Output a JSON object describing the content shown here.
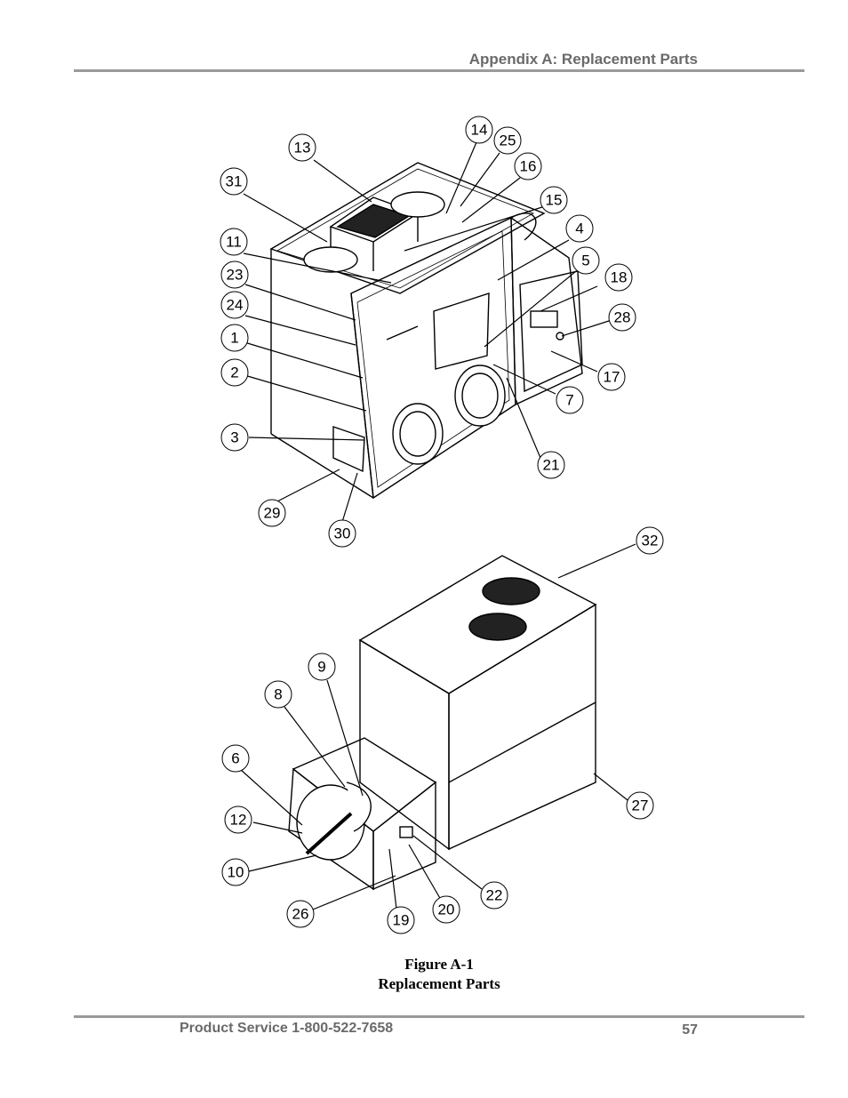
{
  "header": {
    "section": "Appendix A: Replacement Parts"
  },
  "figure": {
    "number": "Figure A-1",
    "title": "Replacement Parts"
  },
  "callouts": [
    "13",
    "14",
    "25",
    "16",
    "15",
    "31",
    "11",
    "4",
    "5",
    "18",
    "23",
    "24",
    "28",
    "1",
    "17",
    "2",
    "7",
    "3",
    "21",
    "29",
    "30",
    "32",
    "9",
    "8",
    "6",
    "12",
    "10",
    "26",
    "19",
    "20",
    "22",
    "27"
  ],
  "footer": {
    "service": "Product Service 1-800-522-7658",
    "page": "57"
  }
}
